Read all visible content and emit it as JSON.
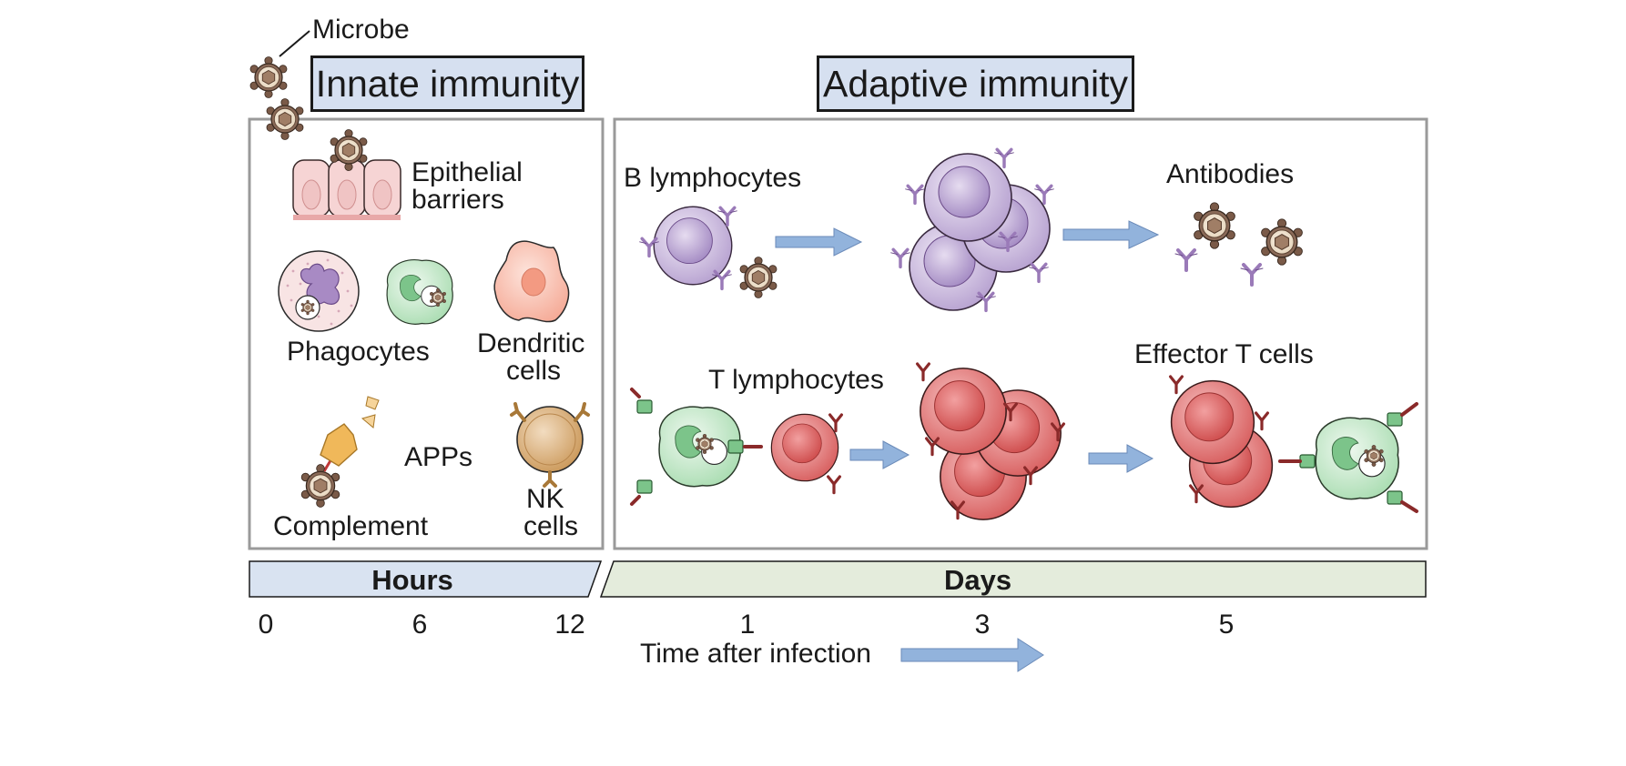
{
  "labels": {
    "microbe": "Microbe",
    "innate_title": "Innate immunity",
    "adaptive_title": "Adaptive immunity",
    "epithelial_1": "Epithelial",
    "epithelial_2": "barriers",
    "phagocytes": "Phagocytes",
    "dendritic_1": "Dendritic",
    "dendritic_2": "cells",
    "apps": "APPs",
    "complement": "Complement",
    "nk_1": "NK",
    "nk_2": "cells",
    "b_lymphocytes": "B lymphocytes",
    "antibodies": "Antibodies",
    "t_lymphocytes": "T lymphocytes",
    "effector_t": "Effector T cells"
  },
  "timeline": {
    "hours_label": "Hours",
    "days_label": "Days",
    "hours_ticks": [
      "0",
      "6",
      "12"
    ],
    "days_ticks": [
      "1",
      "3",
      "5"
    ],
    "axis_label": "Time after infection"
  },
  "colors": {
    "header_fill": "#d6e0f0",
    "hours_fill": "#d9e3f1",
    "days_fill": "#e4ecdc",
    "arrow_fill": "#92b3dc",
    "b_cell": "#c8b6dc",
    "t_cell": "#e27878",
    "macrophage": "#c2e6c8",
    "dendritic": "#f8b9a8",
    "nk_cell": "#dcb07c",
    "microbe": "#8a6a58",
    "complement": "#f0b85a",
    "epithelial": "#f6d4d4"
  },
  "icons": [
    "microbe-icon",
    "epithelial-cell-icon",
    "neutrophil-icon",
    "macrophage-icon",
    "dendritic-cell-icon",
    "complement-icon",
    "nk-cell-icon",
    "b-cell-icon",
    "antibody-icon",
    "t-cell-icon",
    "progress-arrow-icon"
  ]
}
